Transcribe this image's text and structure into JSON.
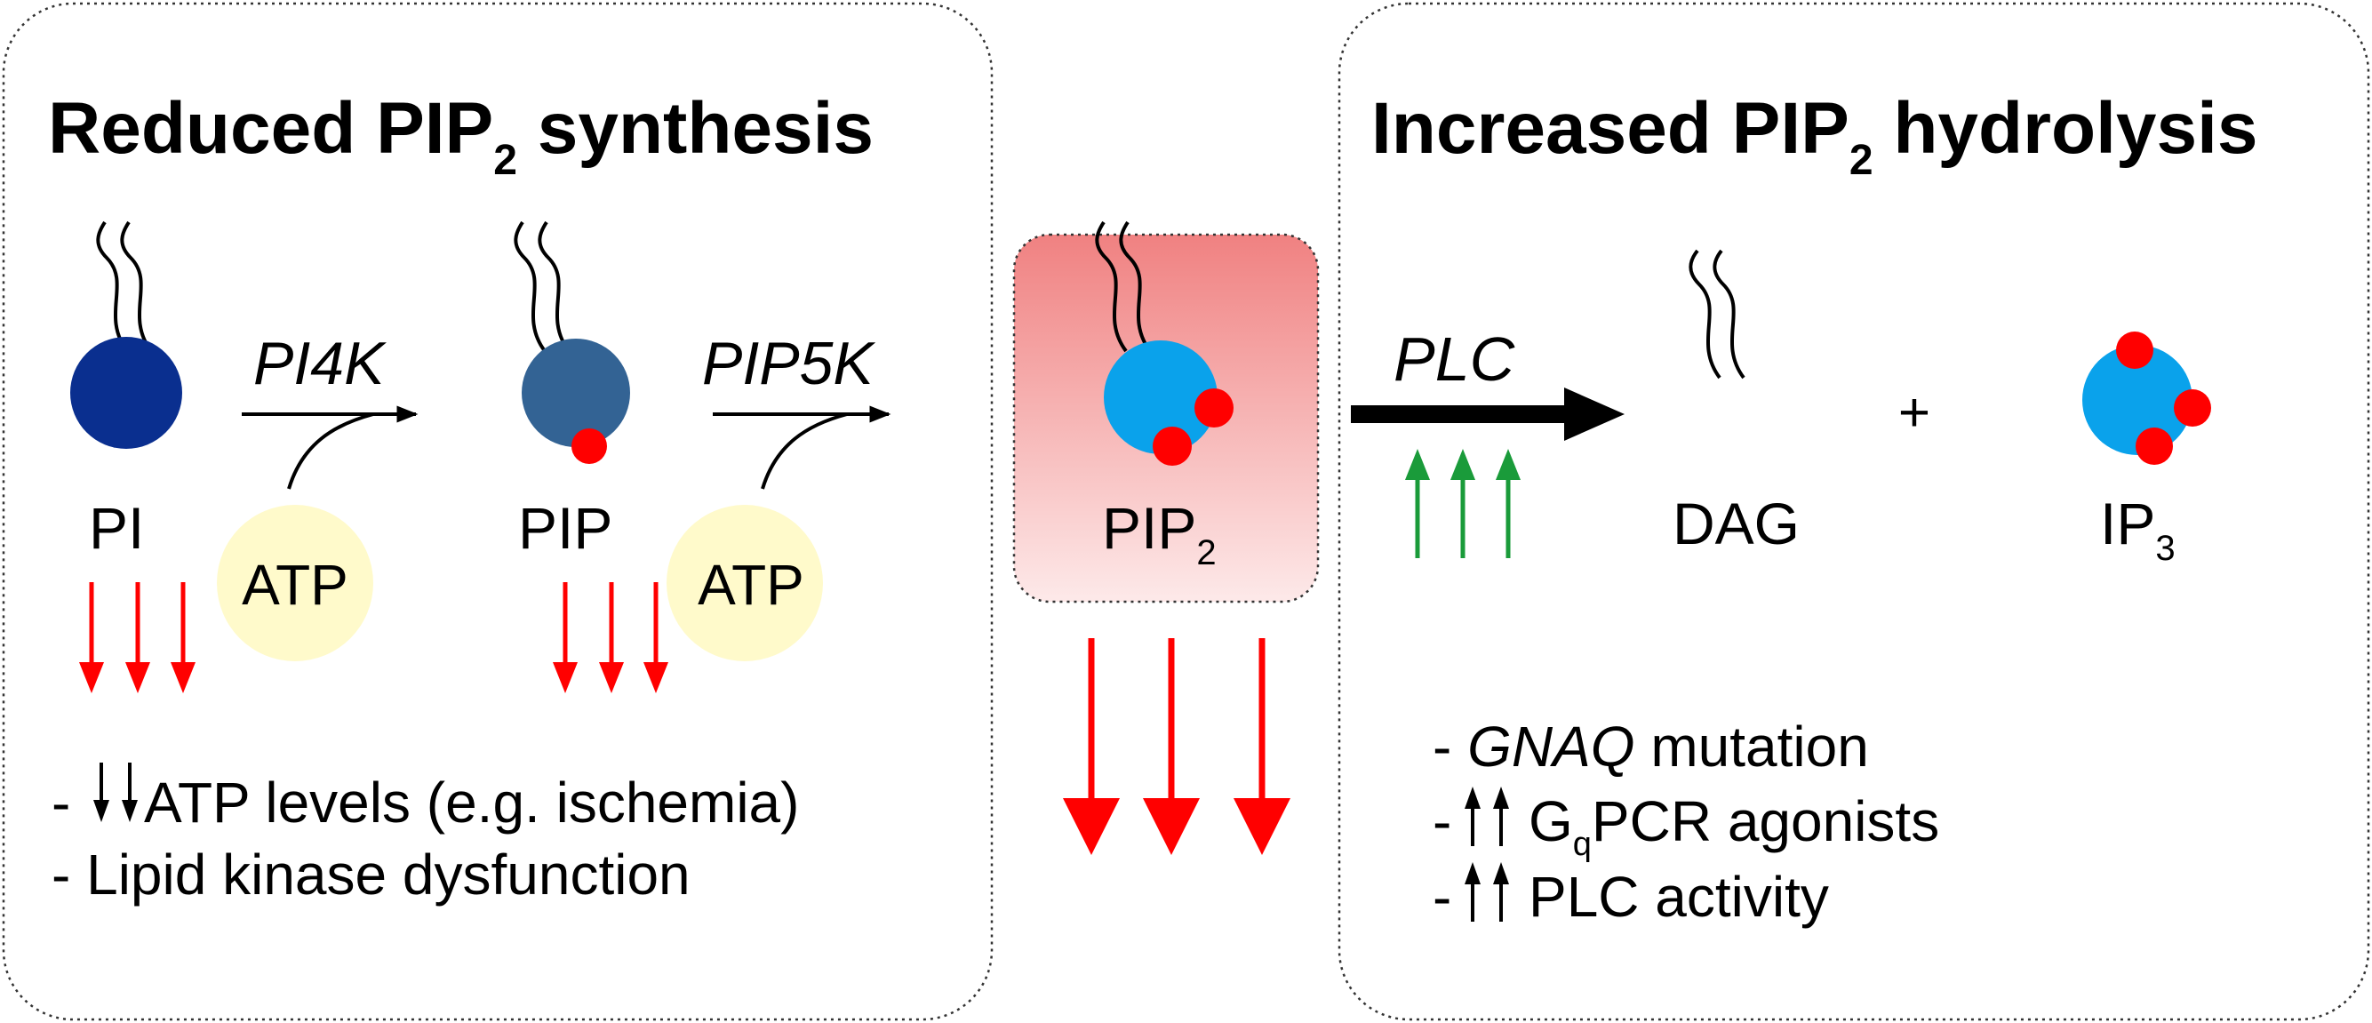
{
  "left_panel": {
    "title_main": "Reduced PIP",
    "title_sub": "2",
    "title_end": " synthesis",
    "molecules": {
      "pi": "PI",
      "pip": "PIP"
    },
    "enzymes": {
      "pi4k": "PI4K",
      "pip5k": "PIP5K"
    },
    "atp_1": "ATP",
    "atp_2": "ATP",
    "causes": {
      "line1_prefix": "- ",
      "line1_text": " ATP levels (e.g. ischemia)",
      "line2": "- Lipid kinase dysfunction"
    }
  },
  "center": {
    "label_main": "PIP",
    "label_sub": "2"
  },
  "right_panel": {
    "title_main": "Increased PIP",
    "title_sub": "2",
    "title_end": " hydrolysis",
    "enzyme": "PLC",
    "plus": "+",
    "products": {
      "dag": "DAG",
      "ip3_main": "IP",
      "ip3_sub": "3"
    },
    "causes": {
      "line1_prefix": "- ",
      "line1_italic": "GNAQ",
      "line1_rest": " mutation",
      "line2_prefix": "-",
      "line2_main": "G",
      "line2_sub": "q",
      "line2_rest": "PCR agonists",
      "line3_prefix": "-",
      "line3_rest": "PLC activity"
    }
  },
  "colors": {
    "pi_head": "#0a2f8f",
    "pip_head": "#336394",
    "pip2_head": "#0aa2eb",
    "phosphate": "#ff0000",
    "atp_circle": "#fffacb",
    "decrease_arrow": "#ff0000",
    "increase_arrow": "#1a9b3a",
    "center_box_top": "#f08181",
    "center_box_bottom": "#fde9e9"
  }
}
